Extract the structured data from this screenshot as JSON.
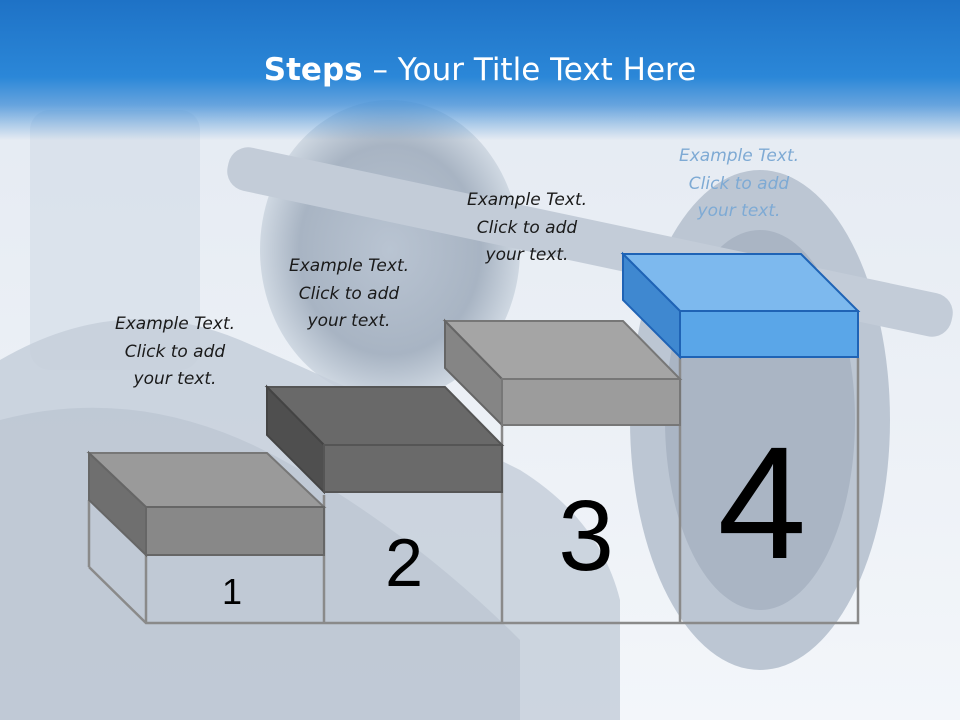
{
  "title": {
    "bold": "Steps",
    "rest": " – Your Title Text Here"
  },
  "colors": {
    "header": "#2b87d8",
    "accent_step": "#5aa6e8",
    "gray_step": "#8c8c8c"
  },
  "steps": [
    {
      "number": "1",
      "caption": [
        "Example Text.",
        "Click  to add",
        "your text."
      ]
    },
    {
      "number": "2",
      "caption": [
        "Example Text.",
        "Click  to add",
        "your text."
      ]
    },
    {
      "number": "3",
      "caption": [
        "Example Text.",
        "Click  to add",
        "your text."
      ]
    },
    {
      "number": "4",
      "caption": [
        "Example Text.",
        "Click  to add",
        "your text."
      ]
    }
  ]
}
